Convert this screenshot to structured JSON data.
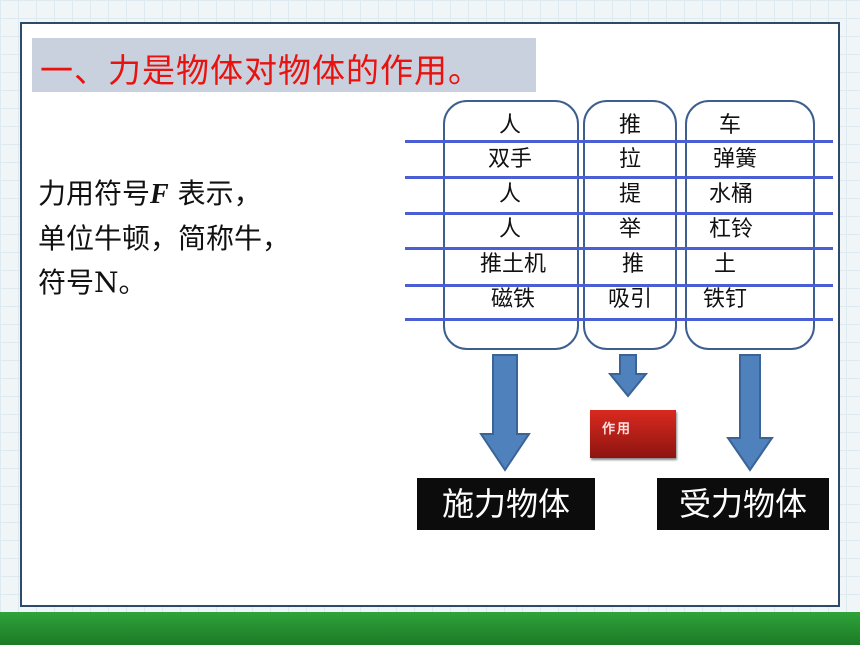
{
  "title": "一、力是物体对物体的作用。",
  "body_lines": [
    "力用符号",
    "F",
    " 表示，",
    "单位牛顿，简称牛，",
    "符号N。"
  ],
  "columns": {
    "agent": [
      "人",
      "双手",
      "人",
      "人",
      "推土机",
      "磁铁"
    ],
    "action": [
      "推",
      "拉",
      "提",
      "举",
      "推",
      "吸引"
    ],
    "receiver": [
      "车",
      "弹簧",
      "水桶",
      "杠铃",
      "土",
      "铁钉"
    ]
  },
  "labels": {
    "agent": "施力物体",
    "action": "作用",
    "receiver": "受力物体"
  },
  "colors": {
    "title": "#e8120f",
    "title_bg": "#c9d1de",
    "lines": "#4a5fd6",
    "arrow": "#4f81bd",
    "label_bg": "#0c0c0c",
    "action_box": "#c0201a",
    "band": "#2fa33a"
  }
}
